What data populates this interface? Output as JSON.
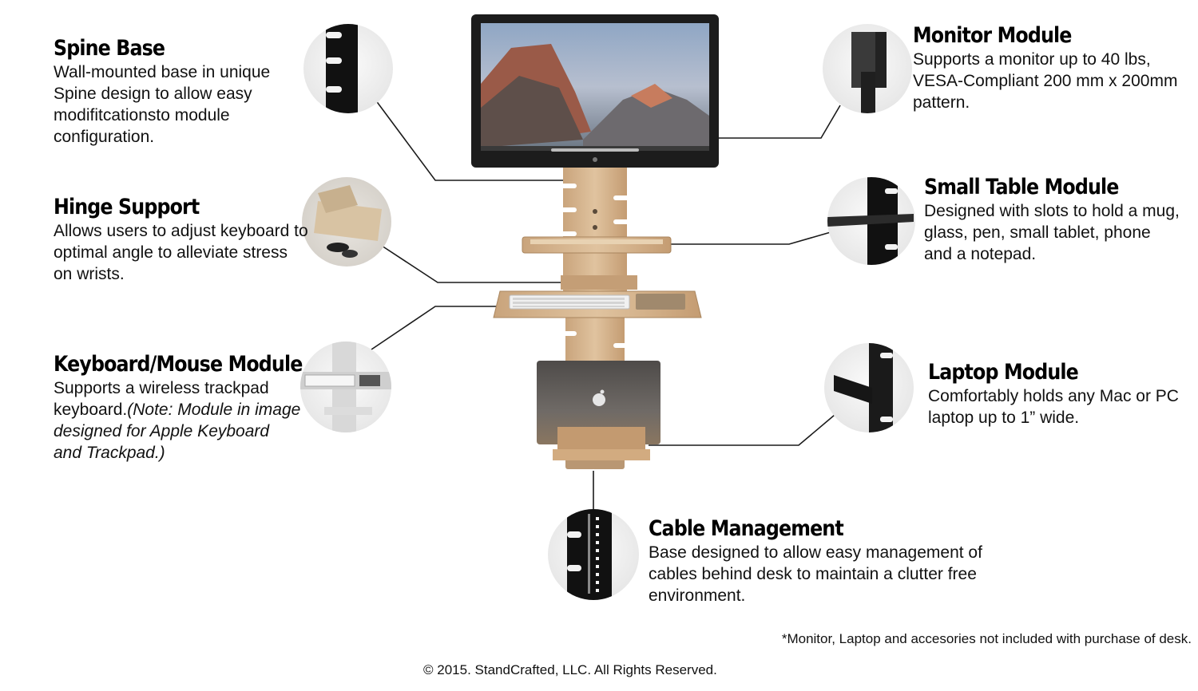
{
  "callouts": {
    "spine_base": {
      "title": "Spine Base",
      "text": "Wall-mounted base in unique Spine design to allow easy modifitcationsto module configuration."
    },
    "hinge_support": {
      "title": "Hinge Support",
      "text": "Allows users to adjust keyboard to optimal angle to alleviate stress on wrists."
    },
    "keyboard_mouse": {
      "title": "Keyboard/Mouse Module",
      "text": "Supports a wireless trackpad keyboard.",
      "note": "(Note: Module in image designed for Apple Keyboard and Trackpad.)"
    },
    "monitor_module": {
      "title": "Monitor Module",
      "text": "Supports a monitor up to 40 lbs, VESA-Compliant 200 mm x 200mm pattern."
    },
    "small_table": {
      "title": "Small Table Module",
      "text": "Designed with slots to hold a mug, glass, pen, small tablet, phone and a notepad."
    },
    "laptop_module": {
      "title": "Laptop Module",
      "text": "Comfortably holds any Mac or PC laptop up to 1” wide."
    },
    "cable_management": {
      "title": "Cable Management",
      "text": "Base designed to allow easy management of cables behind desk to maintain a clutter free environment."
    }
  },
  "footer": {
    "disclaimer": "*Monitor, Laptop and accesories not included with purchase of desk.",
    "copyright": "© 2015. StandCrafted, LLC. All Rights Reserved."
  },
  "colors": {
    "wood": "#d9b994",
    "wood_dark": "#b89268",
    "laptop": "#6a6664",
    "monitor_bezel": "#1c1c1c"
  }
}
